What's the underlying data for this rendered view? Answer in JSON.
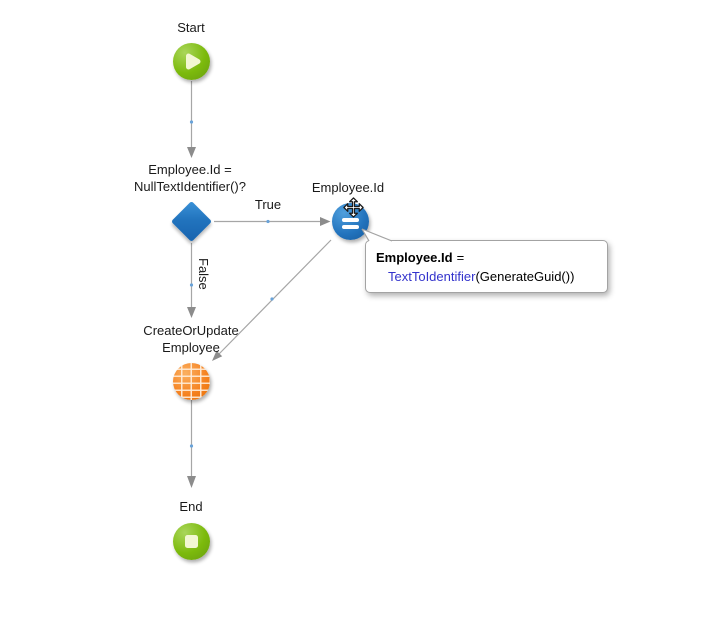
{
  "diagram": {
    "nodes": {
      "start": {
        "label": "Start",
        "icon": "play-icon",
        "color": "#7cba0c"
      },
      "decision": {
        "label_line1": "Employee.Id =",
        "label_line2": "NullTextIdentifier()?",
        "icon": "decision-diamond-icon",
        "color": "#2273bd"
      },
      "change_variable": {
        "label": "Employee.Id",
        "icon": "equals-icon",
        "color": "#2273bd"
      },
      "create_or_update": {
        "label_line1": "CreateOrUpdate",
        "label_line2": "Employee",
        "icon": "grid-icon",
        "color": "#f58220"
      },
      "end": {
        "label": "End",
        "icon": "stop-icon",
        "color": "#7cba0c"
      }
    },
    "edges": {
      "decision_true": {
        "label": "True"
      },
      "decision_false": {
        "label": "False"
      }
    },
    "tooltip": {
      "variable": "Employee.Id",
      "operator": "=",
      "function": "TextToIdentifier",
      "arguments": "(GenerateGuid())"
    },
    "cursor": {
      "icon": "move-cursor-icon"
    },
    "colors": {
      "edge_gray": "#a6a6a6",
      "arrow_gray": "#8c8c8c",
      "midpoint_blue": "#69a3d9",
      "function_blue": "#3333cc",
      "node_green": "#7cba0c",
      "node_blue": "#2273bd",
      "node_orange": "#f58220"
    }
  }
}
